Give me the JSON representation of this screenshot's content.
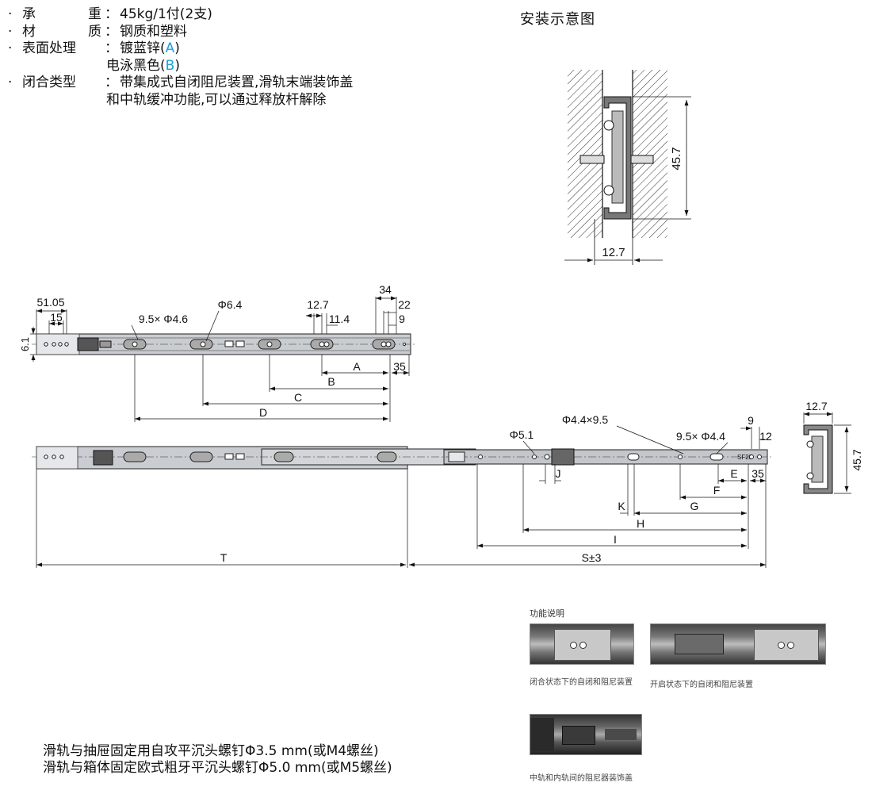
{
  "specs": {
    "load": {
      "label_chars": [
        "承",
        "重"
      ],
      "colon": "：",
      "value": "45kg/1付(2支)"
    },
    "material": {
      "label_chars": [
        "材",
        "质"
      ],
      "colon": "：",
      "value": "钢质和塑料"
    },
    "finish": {
      "label": "表面处理",
      "colon": "：",
      "value1_pre": "镀蓝锌(",
      "value1_code": "A",
      "value1_post": ")",
      "value2_pre": "电泳黑色(",
      "value2_code": "B",
      "value2_post": ")"
    },
    "closing": {
      "label": "闭合类型",
      "colon": "：",
      "line1": "带集成式自闭阻尼装置,滑轨末端装饰盖",
      "line2": "和中轨缓冲功能,可以通过释放杆解除"
    },
    "bullet": "·"
  },
  "install": {
    "title": "安装示意图",
    "height": "45.7",
    "width": "12.7"
  },
  "closed_rail": {
    "d_51_05": "51.05",
    "d_15": "15",
    "d_6_1": "6.1",
    "d_holes": "9.5× Φ4.6",
    "d_phi64": "Φ6.4",
    "d_12_7": "12.7",
    "d_11_4": "11.4",
    "d_34": "34",
    "d_22": "22",
    "d_9": "9",
    "d_35": "35",
    "A": "A",
    "B": "B",
    "C": "C",
    "D": "D"
  },
  "open_rail": {
    "d_phi51": "Φ5.1",
    "d_slot": "Φ4.4×9.5",
    "d_holes": "9.5× Φ4.4",
    "d_9": "9",
    "d_12": "12",
    "d_35": "35",
    "J": "J",
    "K": "K",
    "E": "E",
    "F": "F",
    "G": "G",
    "H": "H",
    "I": "I",
    "T": "T",
    "S": "S±3",
    "rail_text": "SF28"
  },
  "section": {
    "width": "12.7",
    "height": "45.7"
  },
  "function": {
    "title": "功能说明",
    "caption1": "闭合状态下的自闭和阻尼装置",
    "caption2": "开启状态下的自闭和阻尼装置",
    "caption3": "中轨和内轨间的阻尼器装饰盖"
  },
  "notes": {
    "line1": "滑轨与抽屉固定用自攻平沉头螺钉Φ3.5 mm(或M4螺丝)",
    "line2": "滑轨与箱体固定欧式粗牙平沉头螺钉Φ5.0 mm(或M5螺丝)"
  },
  "colors": {
    "accent": "#1aa0e0",
    "rail": "#c9ccd1",
    "line": "#111111"
  }
}
